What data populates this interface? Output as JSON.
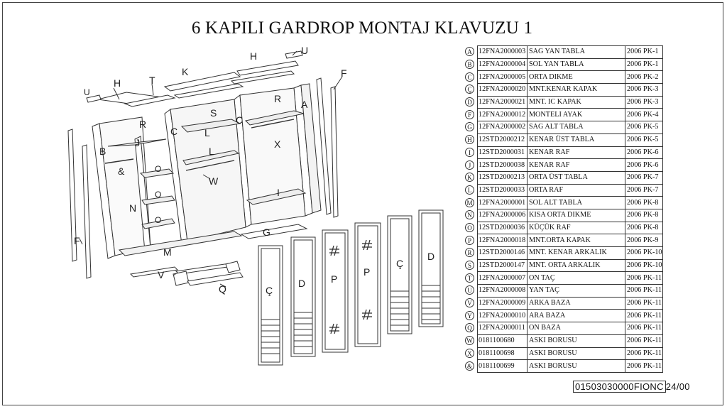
{
  "title": "6 KAPILI GARDROP MONTAJ KLAVUZU 1",
  "drawing_labels": {
    "H1": "H",
    "H2": "H",
    "U1": "U",
    "U2": "U",
    "T": "T",
    "K": "K",
    "F1": "F",
    "F2": "F",
    "R1": "R",
    "R2": "R",
    "A": "A",
    "S": "S",
    "C1": "C",
    "C2": "C",
    "B": "B",
    "J": "J",
    "L1": "L",
    "L2": "L",
    "X": "X",
    "amp": "&",
    "W": "W",
    "N": "N",
    "I": "I",
    "G": "G",
    "M": "M",
    "V": "V",
    "Q": "Q",
    "O1": "O",
    "O2": "O",
    "O3": "O",
    "door1": "Ç",
    "door2": "D",
    "door3": "P",
    "door4": "P",
    "door5": "Ç",
    "door6": "D"
  },
  "parts": [
    {
      "letter": "A",
      "code": "12FNA2000003",
      "name": "SAG YAN TABLA",
      "page": "2006 PK-1"
    },
    {
      "letter": "B",
      "code": "12FNA2000004",
      "name": "SOL YAN TABLA",
      "page": "2006 PK-1"
    },
    {
      "letter": "C",
      "code": "12FNA2000005",
      "name": "ORTA DIKME",
      "page": "2006 PK-2"
    },
    {
      "letter": "Ç",
      "code": "12FNA2000020",
      "name": "MNT.KENAR KAPAK",
      "page": "2006 PK-3"
    },
    {
      "letter": "D",
      "code": "12FNA2000021",
      "name": "MNT. IC KAPAK",
      "page": "2006 PK-3"
    },
    {
      "letter": "F",
      "code": "12FNA2000012",
      "name": "MONTELI  AYAK",
      "page": "2006 PK-4"
    },
    {
      "letter": "G",
      "code": "12FNA2000002",
      "name": "SAG ALT TABLA",
      "page": "2006 PK-5"
    },
    {
      "letter": "H",
      "code": "12STD2000212",
      "name": "KENAR ÜST TABLA",
      "page": "2006 PK-5"
    },
    {
      "letter": "I",
      "code": "12STD2000031",
      "name": "KENAR RAF",
      "page": "2006 PK-6"
    },
    {
      "letter": "J",
      "code": "12STD2000038",
      "name": "KENAR RAF",
      "page": "2006 PK-6"
    },
    {
      "letter": "K",
      "code": "12STD2000213",
      "name": "ORTA ÜST TABLA",
      "page": "2006 PK-7"
    },
    {
      "letter": "L",
      "code": "12STD2000033",
      "name": "ORTA RAF",
      "page": "2006 PK-7"
    },
    {
      "letter": "M",
      "code": "12FNA2000001",
      "name": "SOL ALT TABLA",
      "page": "2006 PK-8"
    },
    {
      "letter": "N",
      "code": "12FNA2000006",
      "name": "KISA ORTA DIKME",
      "page": "2006 PK-8"
    },
    {
      "letter": "O",
      "code": "12STD2000036",
      "name": "KÜÇÜK RAF",
      "page": "2006 PK-8"
    },
    {
      "letter": "P",
      "code": "12FNA2000018",
      "name": "MNT.ORTA KAPAK",
      "page": "2006 PK-9"
    },
    {
      "letter": "R",
      "code": "12STD2000146",
      "name": "MNT. KENAR ARKALIK",
      "page": "2006 PK-10"
    },
    {
      "letter": "S",
      "code": "12STD2000147",
      "name": "MNT. ORTA ARKALIK",
      "page": "2006 PK-10"
    },
    {
      "letter": "T",
      "code": "12FNA2000007",
      "name": "ON TAÇ",
      "page": "2006 PK-11"
    },
    {
      "letter": "U",
      "code": "12FNA2000008",
      "name": "YAN TAÇ",
      "page": "2006 PK-11"
    },
    {
      "letter": "V",
      "code": "12FNA2000009",
      "name": "ARKA BAZA",
      "page": "2006 PK-11"
    },
    {
      "letter": "Y",
      "code": "12FNA2000010",
      "name": "ARA BAZA",
      "page": "2006 PK-11"
    },
    {
      "letter": "Q",
      "code": "12FNA2000011",
      "name": "ON BAZA",
      "page": "2006 PK-11"
    },
    {
      "letter": "W",
      "code": "0181100680",
      "name": "ASKI BORUSU",
      "page": "2006 PK-11"
    },
    {
      "letter": "X",
      "code": "0181100698",
      "name": "ASKI BORUSU",
      "page": "2006 PK-11"
    },
    {
      "letter": "&",
      "code": "0181100699",
      "name": "ASKI BORUSU",
      "page": "2006 PK-11"
    }
  ],
  "doc_number": {
    "boxed": "01503030000FIONC",
    "rest": "24/00"
  }
}
